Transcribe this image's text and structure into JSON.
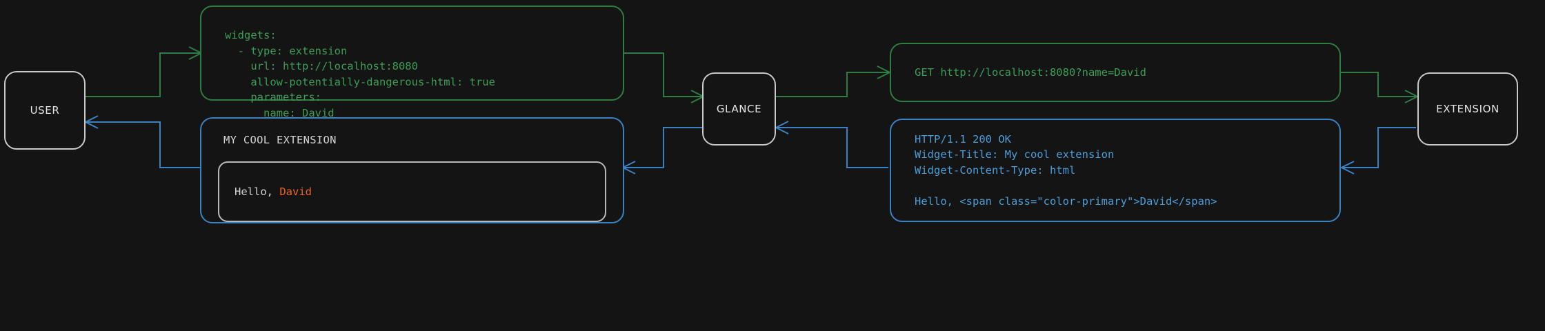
{
  "diagram": {
    "title": "Glance extension request flow",
    "background_color": "#141414",
    "colors": {
      "request_green": "#2e7d43",
      "request_green_text": "#3a9e55",
      "response_blue": "#3b82c4",
      "response_blue_text": "#4a9eda",
      "actor_border": "#c9c9c9",
      "actor_text": "#e6e6e6",
      "widget_text": "#d4d4d4",
      "accent_orange": "#f0661f"
    }
  },
  "actors": {
    "user": {
      "label": "USER"
    },
    "glance": {
      "label": "GLANCE"
    },
    "extension": {
      "label": "EXTENSION"
    }
  },
  "panels": {
    "config": {
      "kind": "yaml-config",
      "color": "green",
      "lines": [
        "widgets:",
        "  - type: extension",
        "    url: http://localhost:8080",
        "    allow-potentially-dangerous-html: true",
        "    parameters:",
        "      name: David"
      ],
      "text": "widgets:\n  - type: extension\n    url: http://localhost:8080\n    allow-potentially-dangerous-html: true\n    parameters:\n      name: David"
    },
    "request": {
      "kind": "http-request",
      "color": "green",
      "lines": [
        "GET http://localhost:8080?name=David"
      ],
      "text": "GET http://localhost:8080?name=David"
    },
    "response": {
      "kind": "http-response",
      "color": "blue",
      "lines": [
        "HTTP/1.1 200 OK",
        "Widget-Title: My cool extension",
        "Widget-Content-Type: html",
        "",
        "Hello, <span class=\"color-primary\">David</span>"
      ],
      "text": "HTTP/1.1 200 OK\nWidget-Title: My cool extension\nWidget-Content-Type: html\n\nHello, <span class=\"color-primary\">David</span>"
    },
    "widget": {
      "kind": "rendered-widget",
      "color": "blue",
      "title": "MY COOL EXTENSION",
      "body_prefix": "Hello, ",
      "body_accent": "David"
    }
  },
  "connectors": [
    {
      "name": "user-to-config",
      "color": "#2e7d43",
      "direction": "right",
      "arrow": true
    },
    {
      "name": "config-to-glance",
      "color": "#2e7d43",
      "direction": "right",
      "arrow": true
    },
    {
      "name": "glance-to-request",
      "color": "#2e7d43",
      "direction": "right",
      "arrow": true
    },
    {
      "name": "request-to-extension",
      "color": "#2e7d43",
      "direction": "right",
      "arrow": true
    },
    {
      "name": "extension-to-response",
      "color": "#3b82c4",
      "direction": "left",
      "arrow": true
    },
    {
      "name": "response-to-glance",
      "color": "#3b82c4",
      "direction": "left",
      "arrow": true
    },
    {
      "name": "glance-to-widget",
      "color": "#3b82c4",
      "direction": "left",
      "arrow": true
    },
    {
      "name": "widget-to-user",
      "color": "#3b82c4",
      "direction": "left",
      "arrow": true
    }
  ]
}
